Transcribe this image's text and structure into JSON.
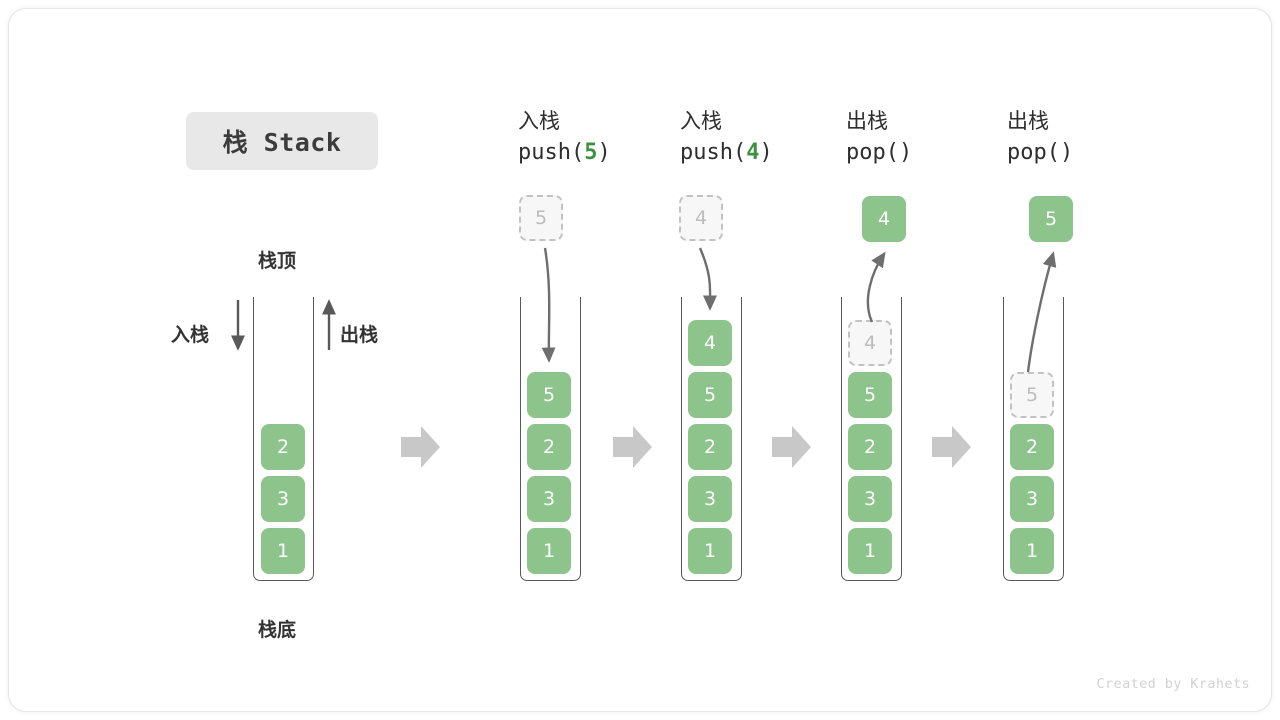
{
  "title": "栈 Stack",
  "credit": "Created by Krahets",
  "colors": {
    "cell_fill": "#8cc48c",
    "cell_text": "#ffffff",
    "ghost_border": "#c2c2c2",
    "ghost_text": "#bcbcbc",
    "arrow_gray": "#6e6e6e",
    "step_arrow": "#c8c8c8",
    "tube_stroke": "#595959",
    "accent_green": "#3f9142",
    "chip_bg": "#e8e8e8"
  },
  "base_stack": {
    "top_caption": "栈顶",
    "bottom_caption": "栈底",
    "push_caption": "入栈",
    "pop_caption": "出栈",
    "cells": [
      "2",
      "3",
      "1"
    ]
  },
  "steps": [
    {
      "id": "push-5",
      "label_cn": "入栈",
      "label_code_prefix": "push(",
      "label_code_arg": "5",
      "label_code_suffix": ")",
      "incoming_ghost": "5",
      "ghost_position": "above-tube",
      "cells": [
        "5",
        "2",
        "3",
        "1"
      ],
      "arrow": "down-into-stack"
    },
    {
      "id": "push-4",
      "label_cn": "入栈",
      "label_code_prefix": "push(",
      "label_code_arg": "4",
      "label_code_suffix": ")",
      "incoming_ghost": "4",
      "ghost_position": "above-tube",
      "cells": [
        "4",
        "5",
        "2",
        "3",
        "1"
      ],
      "arrow": "down-into-stack"
    },
    {
      "id": "pop-1",
      "label_cn": "出栈",
      "label_code_prefix": "pop(",
      "label_code_arg": "",
      "label_code_suffix": ")",
      "popped_value": "4",
      "ghost_in_stack": "4",
      "cells": [
        "5",
        "2",
        "3",
        "1"
      ],
      "arrow": "up-out-of-stack"
    },
    {
      "id": "pop-2",
      "label_cn": "出栈",
      "label_code_prefix": "pop(",
      "label_code_arg": "",
      "label_code_suffix": ")",
      "popped_value": "5",
      "ghost_in_stack": "5",
      "cells": [
        "2",
        "3",
        "1"
      ],
      "arrow": "up-out-of-stack"
    }
  ]
}
